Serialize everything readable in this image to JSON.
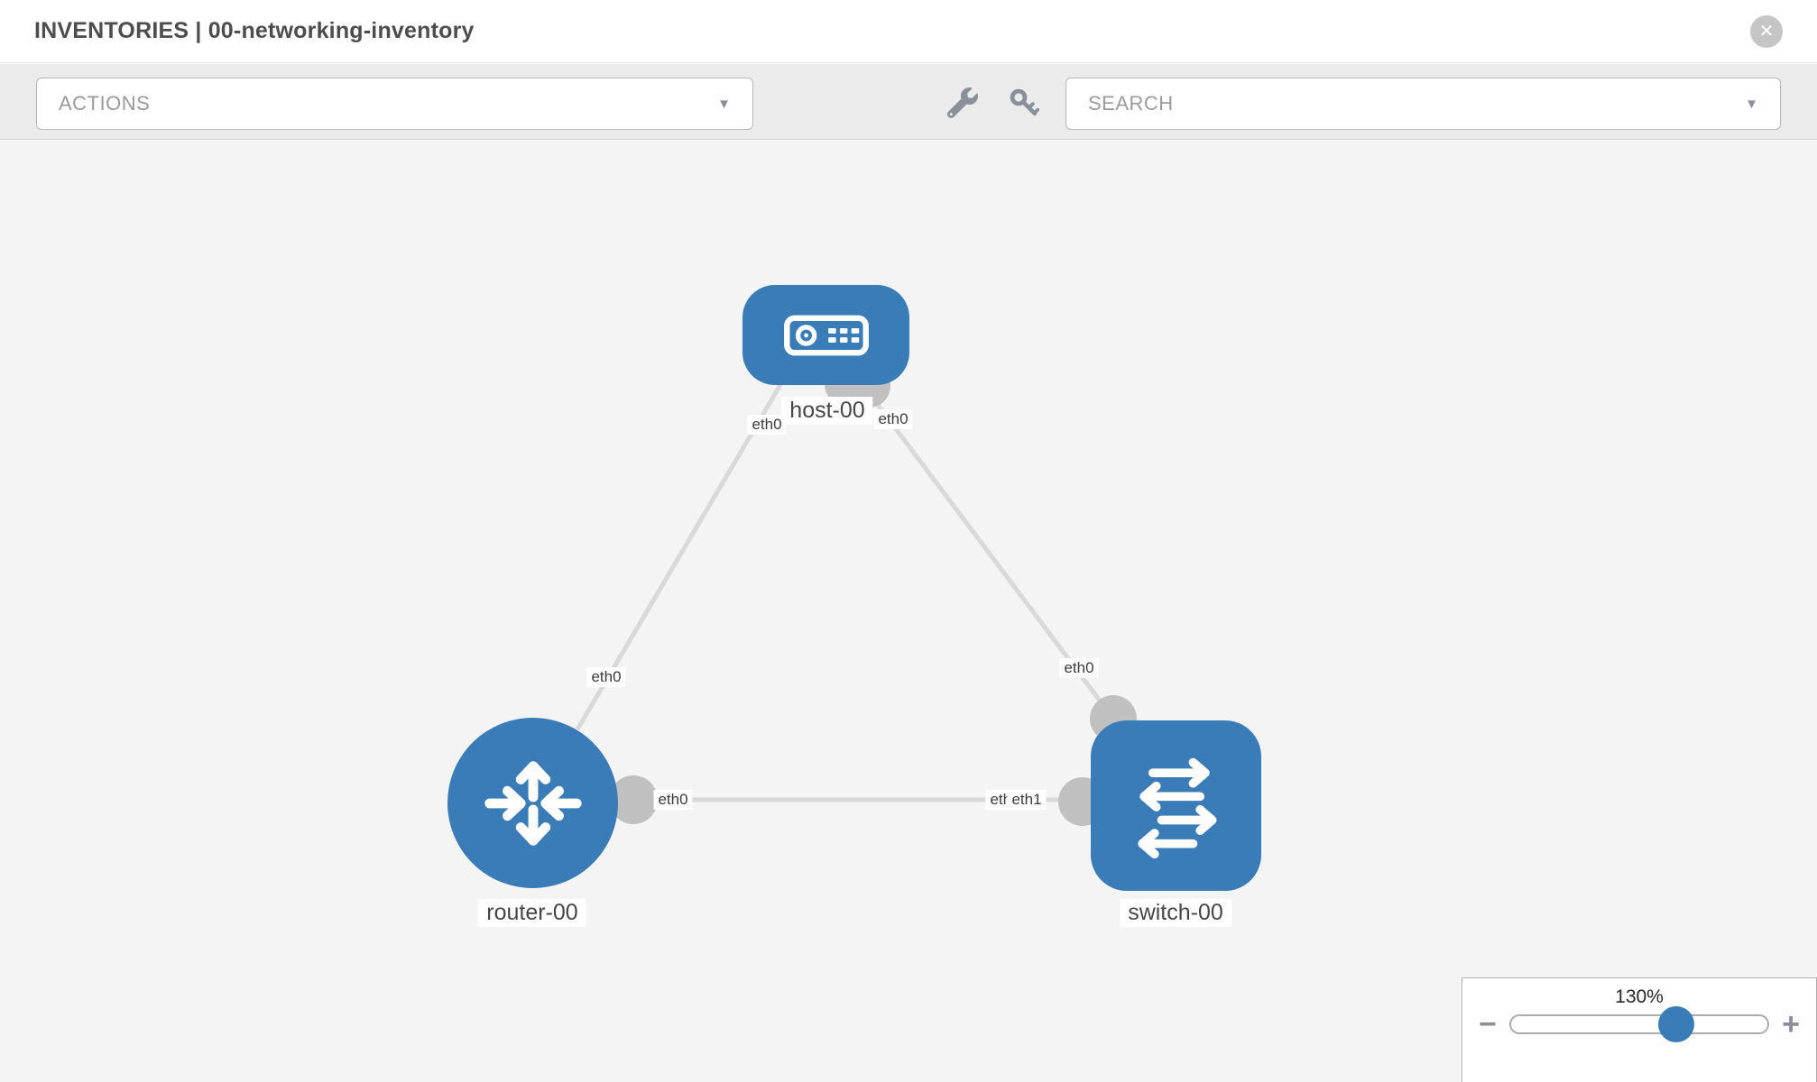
{
  "header": {
    "title": "INVENTORIES | 00-networking-inventory",
    "close_glyph": "✕"
  },
  "toolbar": {
    "actions_label": "ACTIONS",
    "search_label": "SEARCH",
    "caret_glyph": "▼",
    "tools": [
      "wrench-icon",
      "key-icon"
    ]
  },
  "topology": {
    "nodes": [
      {
        "name": "host-00",
        "type": "host",
        "icon": "server-icon",
        "shape": "rounded-rect"
      },
      {
        "name": "router-00",
        "type": "router",
        "icon": "router-arrows-icon",
        "shape": "circle"
      },
      {
        "name": "switch-00",
        "type": "switch",
        "icon": "switch-arrows-icon",
        "shape": "rounded-square"
      }
    ],
    "links": [
      {
        "from": "host-00",
        "from_if": "eth0",
        "to": "router-00",
        "to_if": "eth0"
      },
      {
        "from": "host-00",
        "from_if": "eth0",
        "to": "switch-00",
        "to_if": "eth0"
      },
      {
        "from": "router-00",
        "from_if": "eth0",
        "to": "switch-00",
        "to_if": "eth1"
      }
    ],
    "port_labels": {
      "host_to_router": "eth0",
      "host_to_switch": "eth0",
      "router_to_host": "eth0",
      "switch_to_host": "eth0",
      "router_to_switch": "eth0",
      "switch_to_router_back": "eth0",
      "switch_to_router_front": "eth1"
    }
  },
  "zoom_control": {
    "value": "130%",
    "minus_glyph": "−",
    "plus_glyph": "+",
    "slider_fraction": 0.645
  },
  "colors": {
    "node_blue": "#3a7cb8",
    "link_gray": "#d9d9d9",
    "connector_gray": "#c0c0c0",
    "canvas_bg": "#f4f4f4",
    "toolbar_bg": "#ebebeb"
  }
}
